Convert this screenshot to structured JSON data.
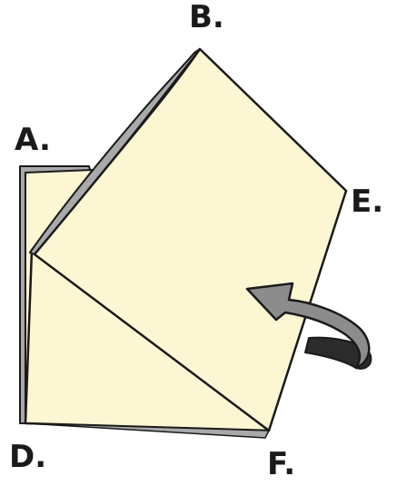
{
  "labels": {
    "a": "A.",
    "b": "B.",
    "d": "D.",
    "e": "E.",
    "f": "F."
  },
  "colors": {
    "paper": "#fdf6d3",
    "paper_edge": "#1a1a1a",
    "paper_back": "#a9a9a9",
    "arrow_gray": "#8c8c8c",
    "arrow_dark": "#2b2b2b"
  },
  "icons": {
    "fold_arrow": "curved-rotate-arrow-icon"
  }
}
